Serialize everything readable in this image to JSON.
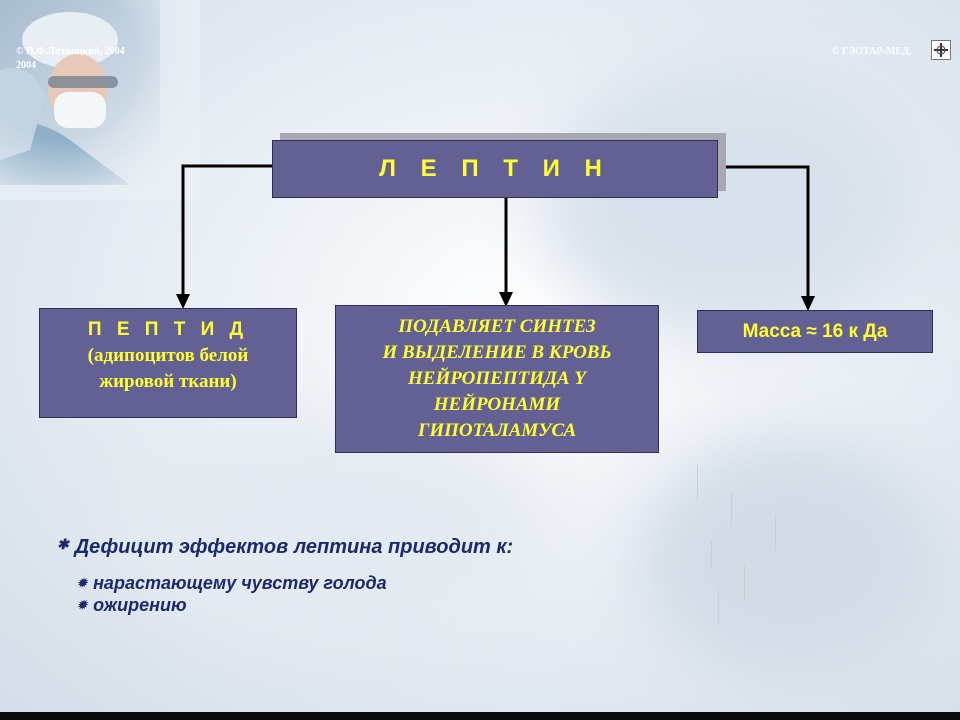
{
  "header": {
    "author_copyright": "© П.Ф.Литвицкий, 2004",
    "author_year": "2004",
    "publisher_copyright": "© ГЭОТАР-МЕД,"
  },
  "diagram": {
    "root": "Л Е П Т И Н",
    "peptide": {
      "title": "П Е П Т И Д",
      "desc_line1": "(адипоцитов белой",
      "desc_line2": "жировой ткани)"
    },
    "suppression": {
      "line1": "ПОДАВЛЯЕТ СИНТЕЗ",
      "line2": "И  ВЫДЕЛЕНИЕ В КРОВЬ",
      "line3": "НЕЙРОПЕПТИДА Y",
      "line4": "НЕЙРОНАМИ",
      "line5": "ГИПОТАЛАМУСА"
    },
    "mass": "Масса  ≈  16  к Да"
  },
  "deficit": {
    "heading": "Дефицит  эффектов  лептина  приводит  к:",
    "items": [
      "нарастающему чувству голода",
      "ожирению"
    ]
  },
  "colors": {
    "box_fill": "#636094",
    "box_text": "#ffff33",
    "body_text": "#1a2a6a"
  }
}
